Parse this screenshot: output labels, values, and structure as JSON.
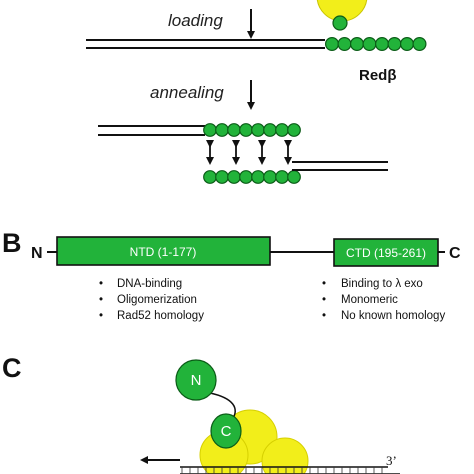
{
  "panelA": {
    "step_loading": "loading",
    "step_annealing": "annealing",
    "protein_prefix": "Red",
    "protein_greek": "β"
  },
  "panelB": {
    "letter": "B",
    "n_terminus": "N",
    "c_terminus": "C",
    "ntd_label": "NTD (1-177)",
    "ctd_label": "CTD (195-261)",
    "ntd_features": [
      "DNA-binding",
      "Oligomerization",
      "Rad52 homology"
    ],
    "ctd_features": [
      "Binding to λ exo",
      "Monomeric",
      "No known homology"
    ]
  },
  "panelC": {
    "letter": "C",
    "n_domain": "N",
    "c_domain": "C",
    "three_prime": "3’"
  },
  "colors": {
    "monomer_green": "#22b33a",
    "monomer_outline": "#0b5c17",
    "exo_yellow": "#f2ee1a",
    "dna_black": "#111111"
  },
  "icons": {
    "bullet": "•",
    "arrow": "arrow-icon"
  }
}
